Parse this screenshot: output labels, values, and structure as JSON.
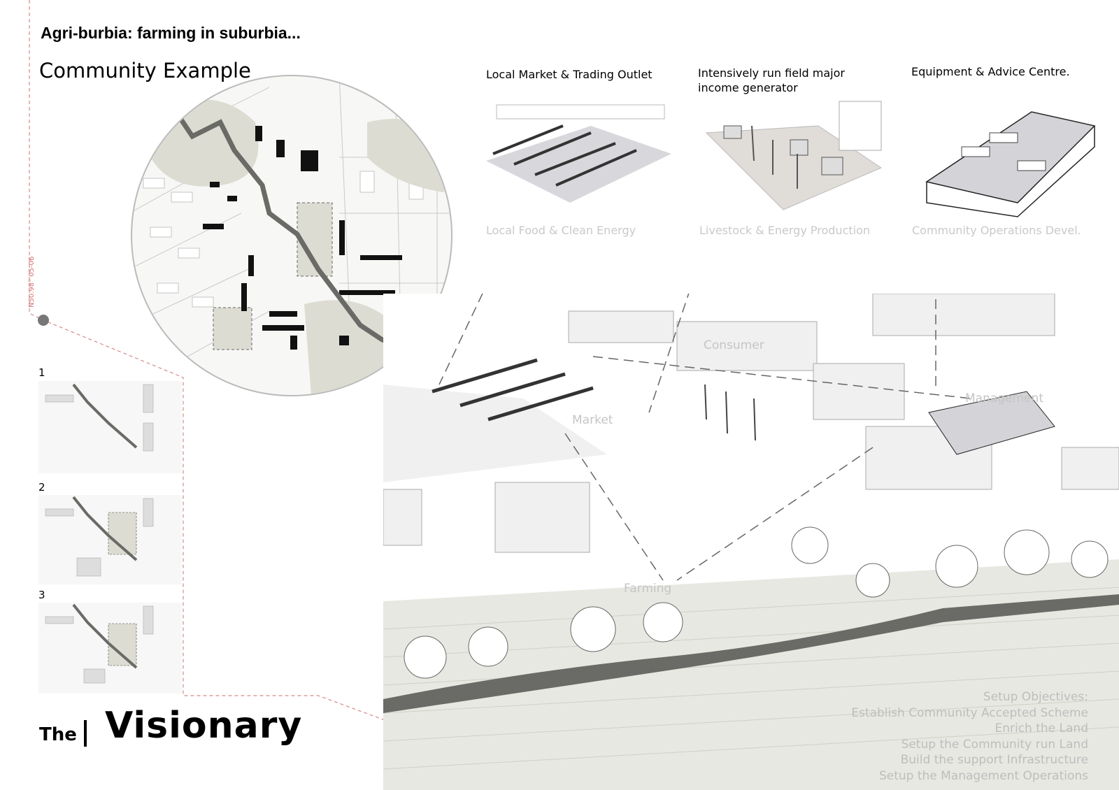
{
  "header": {
    "title": "Agri-burbia: farming in suburbia...",
    "subtitle": "Community Example"
  },
  "coordinate": "N50.98° 05-06",
  "panels": [
    {
      "title": "Local Market & Trading Outlet",
      "subtitle": "Local Food & Clean Energy"
    },
    {
      "title": "Intensively run field major income generator",
      "subtitle": "Livestock & Energy Production"
    },
    {
      "title": "Equipment & Advice Centre.",
      "subtitle": "Community Operations Devel."
    }
  ],
  "phases": [
    "1",
    "2",
    "3"
  ],
  "scene_labels": {
    "consumer": "Consumer",
    "market": "Market",
    "management": "Management",
    "farming": "Farming"
  },
  "objectives": {
    "heading": "Setup Objectives:",
    "items": [
      "Establish Community Accepted Scheme",
      "Enrich the Land",
      "Setup the Community run Land",
      "Build the support Infrastructure",
      "Setup the Management Operations"
    ]
  },
  "footer": {
    "the": "The",
    "visionary": "Visionary"
  },
  "colors": {
    "accent_line": "#d88a8a",
    "ground": "#e8e8e2",
    "green_area": "#dcdcd2",
    "path": "#6a6a66"
  }
}
